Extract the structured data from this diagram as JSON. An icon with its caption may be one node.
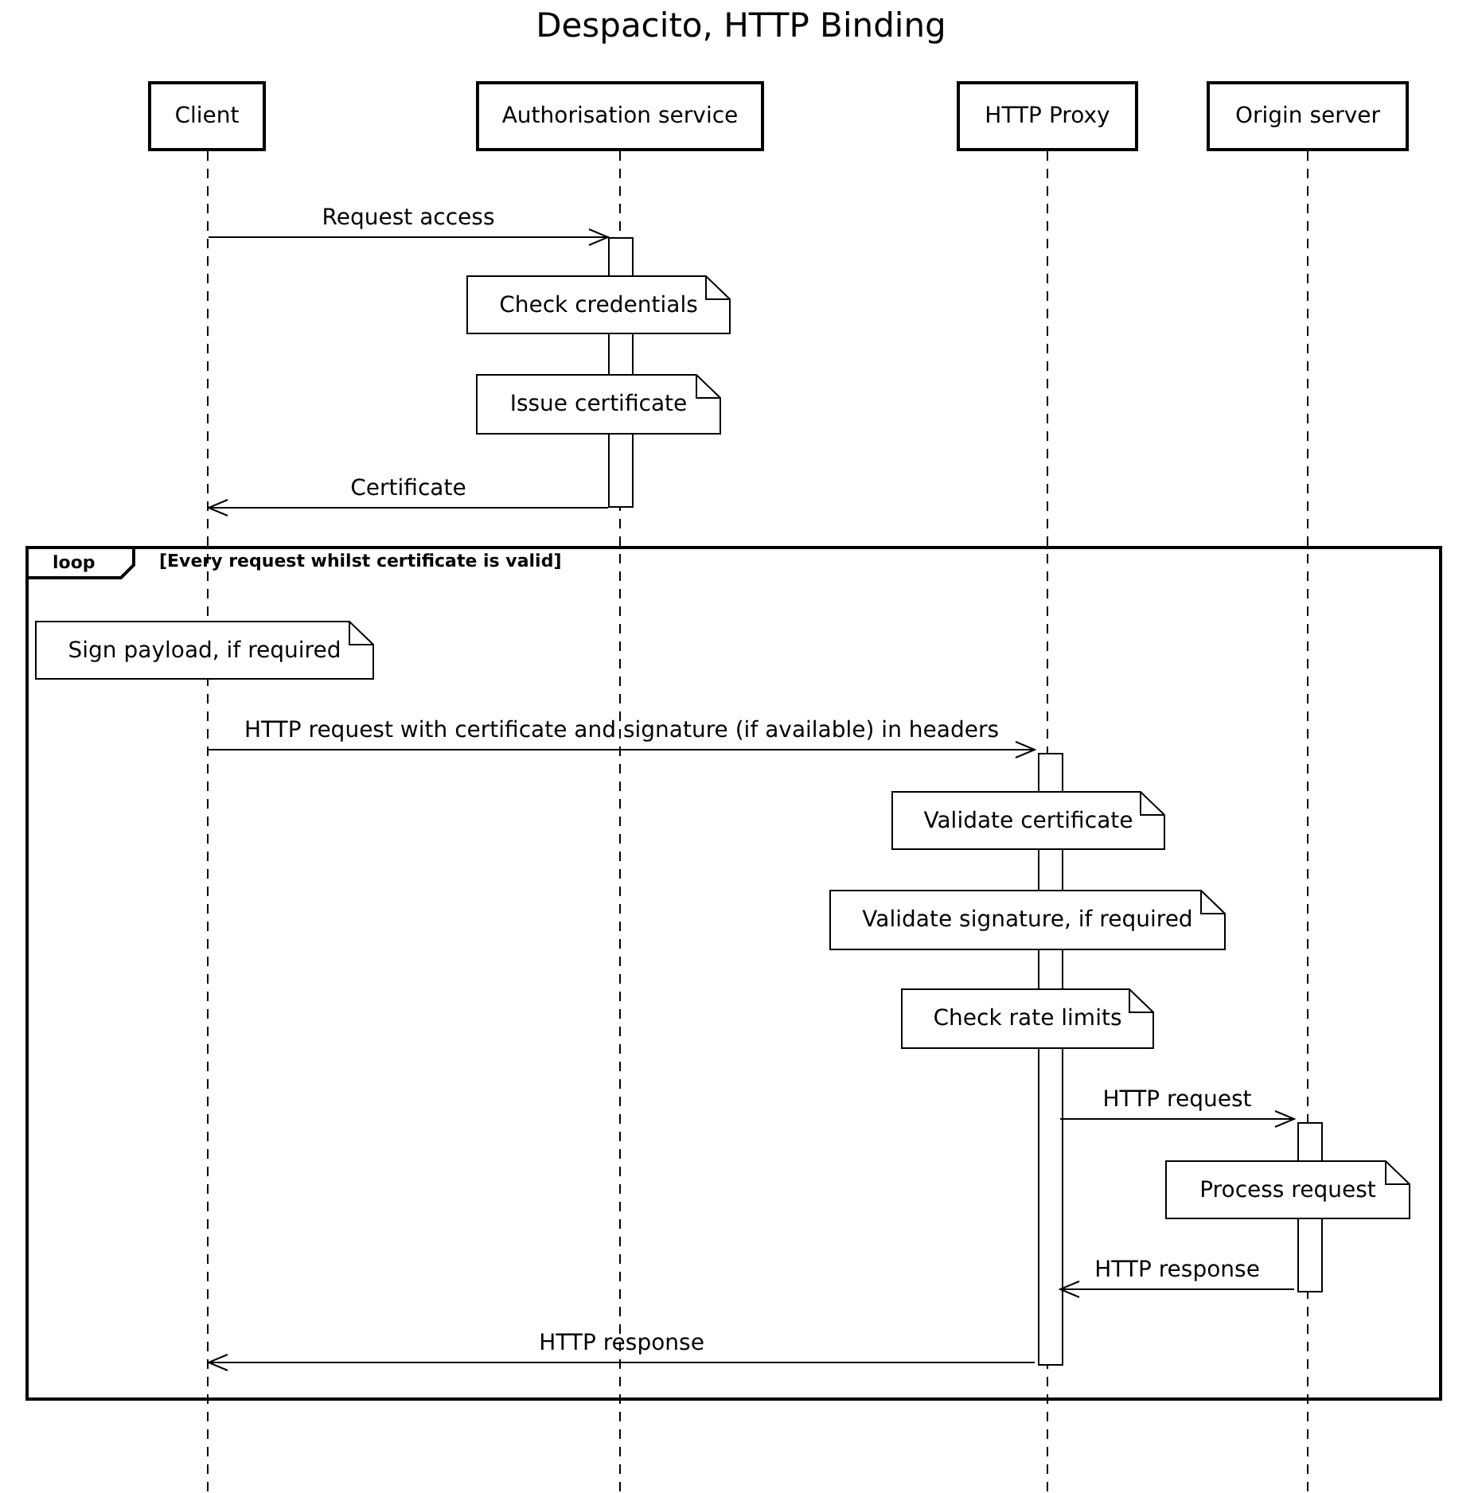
{
  "diagram": {
    "title": "Despacito, HTTP Binding",
    "nodes": [
      {
        "text": [
          "Client"
        ]
      },
      {
        "text": [
          "Authorisation service"
        ]
      },
      {
        "text": [
          "HTTP Proxy"
        ]
      },
      {
        "text": [
          "Origin server"
        ]
      },
      {
        "text": [],
        "shape": "line"
      },
      {
        "text": [],
        "shape": "bar"
      },
      {
        "text": [
          "Check credentials"
        ]
      },
      {
        "text": [
          "Issue certificate"
        ]
      },
      {
        "text": [
          "loop",
          "[Every request whilst certificate is valid]"
        ]
      },
      {
        "text": [
          "Sign payload, if required"
        ],
        "in": 8
      },
      {
        "text": [],
        "shape": "bar",
        "in": 8
      },
      {
        "text": [
          "Validate certificate"
        ],
        "in": 8
      },
      {
        "text": [
          "Validate signature, if required"
        ],
        "in": 8
      },
      {
        "text": [
          "Check rate limits"
        ],
        "in": 8
      },
      {
        "text": [],
        "shape": "bar",
        "in": 8
      },
      {
        "text": [
          "Process request"
        ],
        "in": 8
      }
    ],
    "edges": [
      {
        "from": 4,
        "to": 5,
        "arrow": "to",
        "label": "Request access"
      },
      {
        "from": 5,
        "to": 4,
        "arrow": "to",
        "label": "Certificate"
      },
      {
        "from": 4,
        "to": 10,
        "arrow": "to",
        "label": "HTTP request with certificate and signature (if available) in headers"
      },
      {
        "from": 10,
        "to": 14,
        "arrow": "to",
        "label": "HTTP request"
      },
      {
        "from": 14,
        "to": 10,
        "arrow": "to",
        "label": "HTTP response"
      },
      {
        "from": 10,
        "to": 4,
        "arrow": "to",
        "label": "HTTP response"
      }
    ]
  }
}
